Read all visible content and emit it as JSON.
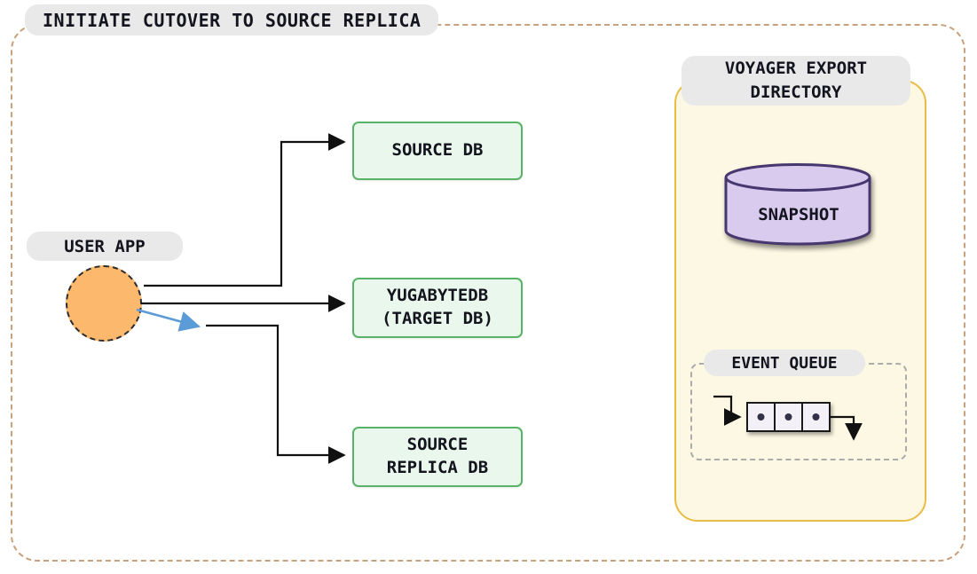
{
  "title": "INITIATE CUTOVER TO SOURCE REPLICA",
  "user_app": {
    "label": "USER APP"
  },
  "databases": [
    {
      "name": "source-db",
      "lines": [
        "SOURCE DB"
      ]
    },
    {
      "name": "yugabytedb-target",
      "lines": [
        "YUGABYTEDB",
        "(TARGET DB)"
      ]
    },
    {
      "name": "source-replica-db",
      "lines": [
        "SOURCE",
        "REPLICA DB"
      ]
    }
  ],
  "export_directory": {
    "label_lines": [
      "VOYAGER EXPORT",
      "DIRECTORY"
    ],
    "snapshot_label": "SNAPSHOT",
    "event_queue_label": "EVENT QUEUE"
  },
  "colors": {
    "outer_border": "#c9a27d",
    "pill_fill": "#e9e9e9",
    "green_box_fill": "#eaf7ec",
    "green_box_border": "#58b368",
    "panel_fill": "#fdf8e3",
    "panel_border": "#e9bc45",
    "cylinder_fill": "#d8cbee",
    "cylinder_border": "#46386f",
    "user_circle_fill": "#fcb96d",
    "arrow_black": "#111111",
    "arrow_blue": "#5b9bd8"
  }
}
